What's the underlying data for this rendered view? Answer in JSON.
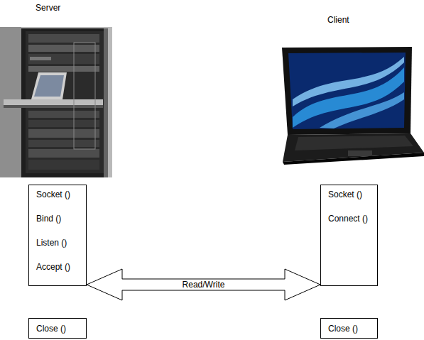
{
  "diagram": {
    "nodes": [
      {
        "text": [
          "Socket ()",
          "Bind ()",
          "Listen ()",
          "Accept ()"
        ]
      },
      {
        "text": [
          "Socket ()",
          "Connect ()"
        ]
      },
      {
        "text": [
          "Close ()"
        ]
      },
      {
        "text": [
          "Close ()"
        ]
      }
    ],
    "edges": [
      {
        "from": 0,
        "to": 1,
        "arrow": "both",
        "label": "Read/Write"
      }
    ],
    "labels": [
      "Server",
      "Client"
    ]
  }
}
